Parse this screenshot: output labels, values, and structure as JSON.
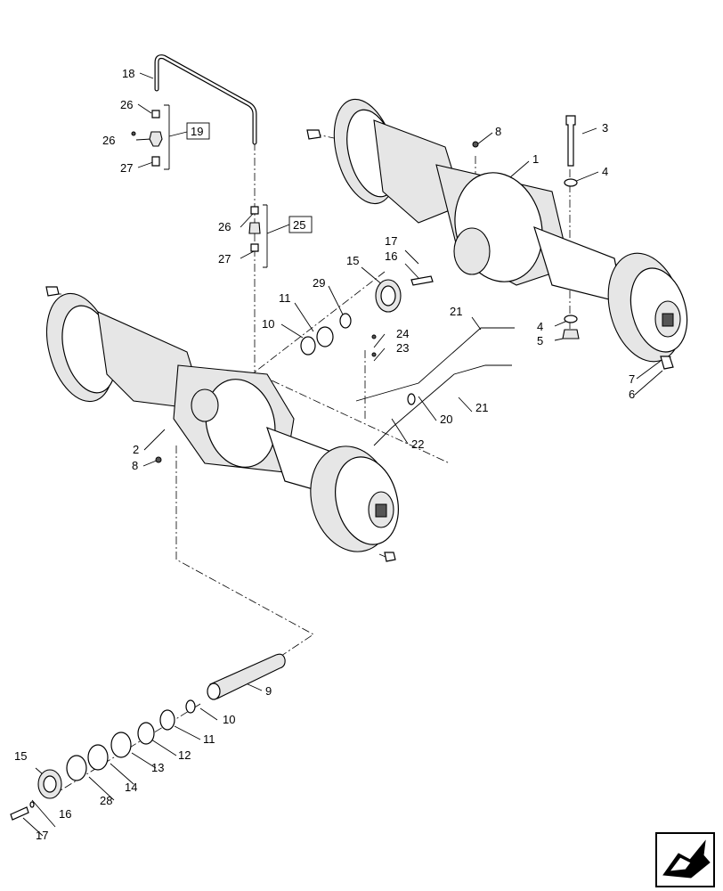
{
  "diagram": {
    "callouts": [
      {
        "id": "c18",
        "text": "18"
      },
      {
        "id": "c26a",
        "text": "26"
      },
      {
        "id": "c26b",
        "text": "26"
      },
      {
        "id": "c27a",
        "text": "27"
      },
      {
        "id": "c19",
        "text": "19"
      },
      {
        "id": "c26c",
        "text": "26"
      },
      {
        "id": "c27b",
        "text": "27"
      },
      {
        "id": "c25",
        "text": "25"
      },
      {
        "id": "c8a",
        "text": "8"
      },
      {
        "id": "c1",
        "text": "1"
      },
      {
        "id": "c3",
        "text": "3"
      },
      {
        "id": "c4a",
        "text": "4"
      },
      {
        "id": "c17a",
        "text": "17"
      },
      {
        "id": "c16a",
        "text": "16"
      },
      {
        "id": "c15a",
        "text": "15"
      },
      {
        "id": "c29",
        "text": "29"
      },
      {
        "id": "c11a",
        "text": "11"
      },
      {
        "id": "c10a",
        "text": "10"
      },
      {
        "id": "c21a",
        "text": "21"
      },
      {
        "id": "c24",
        "text": "24"
      },
      {
        "id": "c23",
        "text": "23"
      },
      {
        "id": "c4b",
        "text": "4"
      },
      {
        "id": "c5",
        "text": "5"
      },
      {
        "id": "c7",
        "text": "7"
      },
      {
        "id": "c6",
        "text": "6"
      },
      {
        "id": "c21b",
        "text": "21"
      },
      {
        "id": "c20",
        "text": "20"
      },
      {
        "id": "c22",
        "text": "22"
      },
      {
        "id": "c2",
        "text": "2"
      },
      {
        "id": "c8b",
        "text": "8"
      },
      {
        "id": "c9",
        "text": "9"
      },
      {
        "id": "c10b",
        "text": "10"
      },
      {
        "id": "c11b",
        "text": "11"
      },
      {
        "id": "c12",
        "text": "12"
      },
      {
        "id": "c13",
        "text": "13"
      },
      {
        "id": "c14",
        "text": "14"
      },
      {
        "id": "c28",
        "text": "28"
      },
      {
        "id": "c15b",
        "text": "15"
      },
      {
        "id": "c16b",
        "text": "16"
      },
      {
        "id": "c17b",
        "text": "17"
      }
    ]
  },
  "nav": {
    "next_page_icon": "next-page-arrow-icon"
  }
}
